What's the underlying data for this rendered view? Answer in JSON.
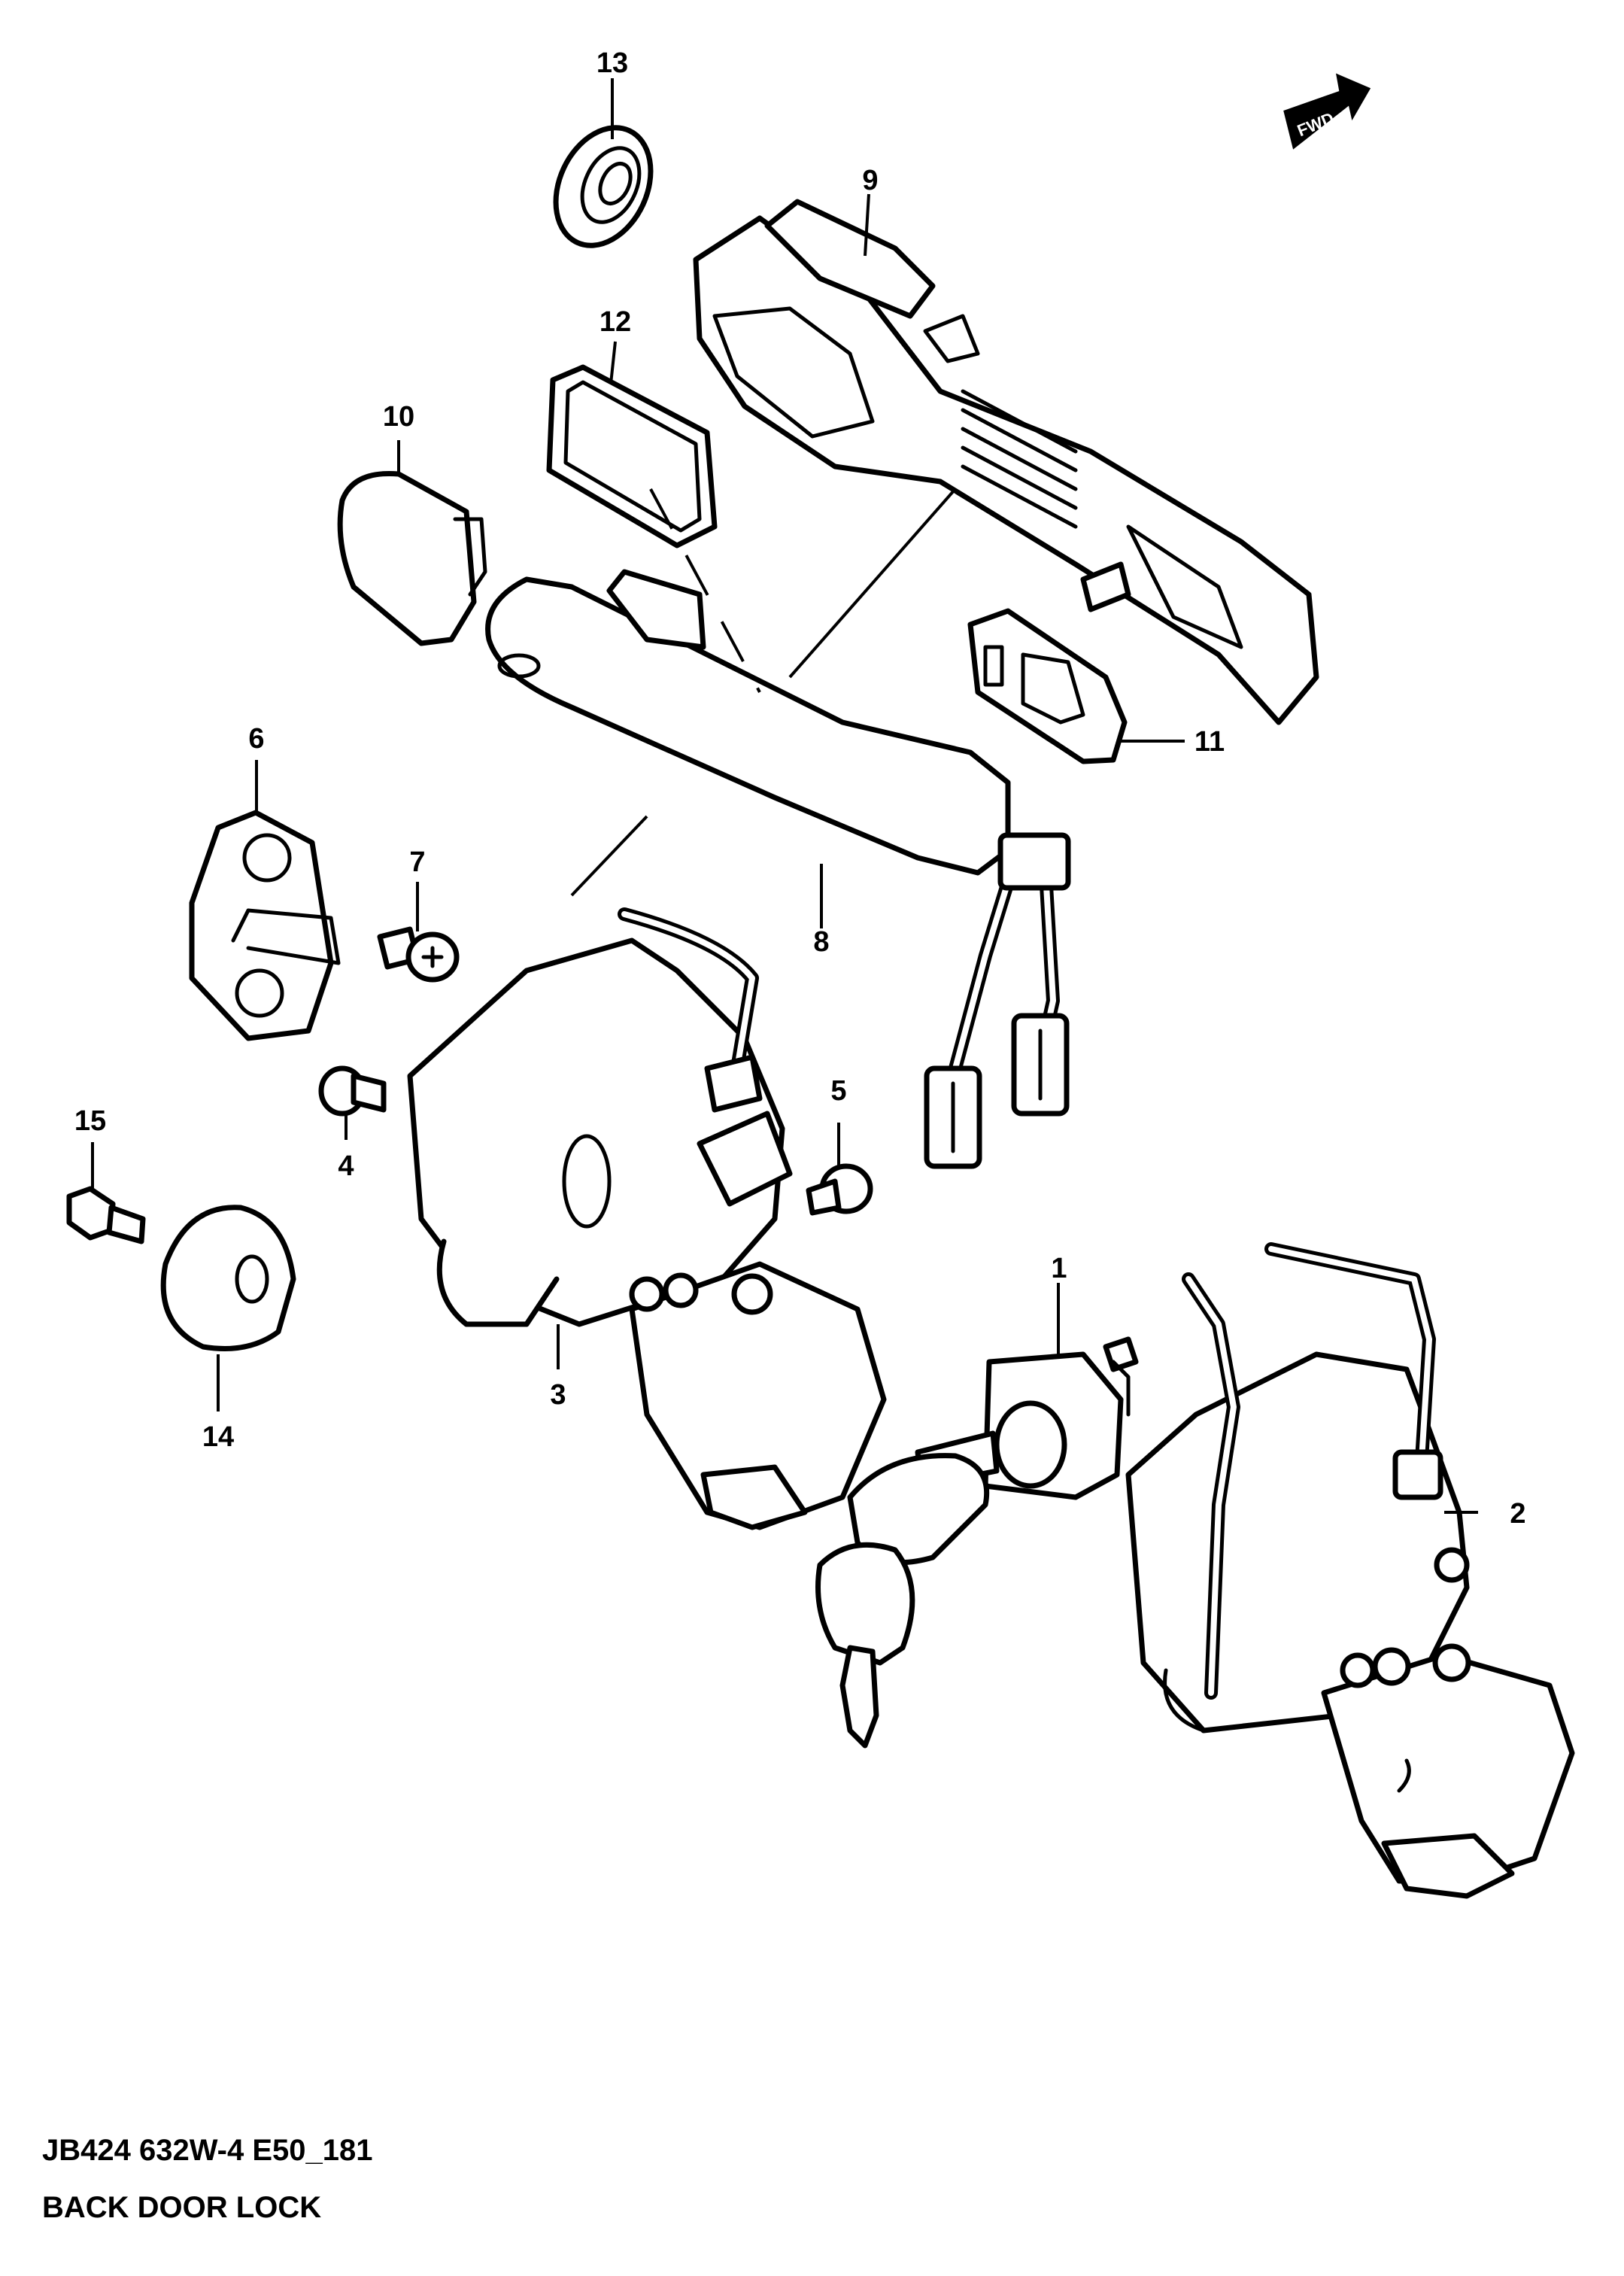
{
  "diagram": {
    "drawing_code": "JB424 632W-4 E50_181",
    "title": "BACK DOOR LOCK",
    "direction_marker": "FWD",
    "callouts": [
      "1",
      "2",
      "3",
      "4",
      "5",
      "6",
      "7",
      "8",
      "9",
      "10",
      "11",
      "12",
      "13",
      "14",
      "15"
    ]
  }
}
